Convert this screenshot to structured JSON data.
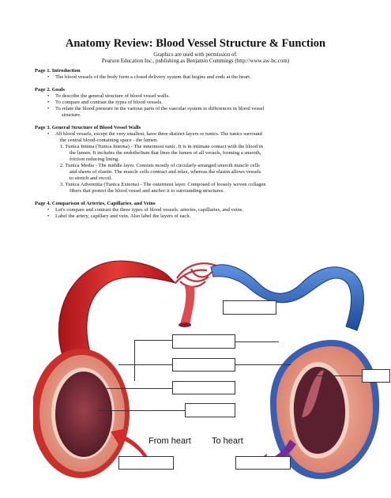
{
  "title": "Anatomy Review: Blood Vessel Structure & Function",
  "credits": [
    "Graphics are used with permission of:",
    "Pearson Education Inc., publishing as Benjamin Cummings (http://www.aw-bc.com)"
  ],
  "page1": {
    "heading": "Page 1.  Introduction",
    "bullets": [
      "The blood vessels of the body form a closed delivery system that begins and ends at the heart."
    ]
  },
  "page2": {
    "heading": "Page 2.  Goals",
    "bullets": [
      "To describe the general structure of blood vessel walls.",
      "To compare and contrast the types of blood vessels.",
      "To relate the blood pressure in the various parts of the vascular system to differences in blood vessel",
      "structure."
    ]
  },
  "page3": {
    "heading": "Page 3.  General Structure of Blood Vessel Walls",
    "lines": [
      "All blood vessels, except the very smallest, have three distinct layers or tunics.  The tunics surround",
      "the central blood-containing space - the lumen.",
      "1.  Tunica Intima (Tunica Interna) - The innermost tunic. It is in intimate contact with the blood in",
      "the lumen. It includes the endothelium that lines the lumen of all vessels, forming a smooth,",
      "friction reducing lining.",
      "2.  Tunica Media - The middle layer.  Consists mostly of circularly-arranged smooth muscle cells",
      "and sheets of elastin.  The muscle cells contract and relax, whereas the elastin allows vessels",
      "to stretch and recoil.",
      "3.  Tunica Adventitia (Tunica Externa) -  The outermost layer.  Composed of loosely woven collagen",
      "fibers that protect the blood vessel and anchor it to surrounding structures."
    ]
  },
  "page4": {
    "heading": "Page 4.  Comparison of Arteries, Capillaries, and Veins",
    "bullets": [
      "Let's compare and contrast the three types of blood vessels: arteries, capillaries, and veins.",
      "Label the artery, capillary and vein. Also label the layers of each."
    ]
  },
  "figure": {
    "from_heart": "From heart",
    "to_heart": "To heart",
    "colors": {
      "artery": "#d8282c",
      "vein": "#2a5fb8",
      "media": "#e89a86",
      "lumen": "#6a2a36",
      "purple_arrow": "#7a2a98"
    }
  }
}
